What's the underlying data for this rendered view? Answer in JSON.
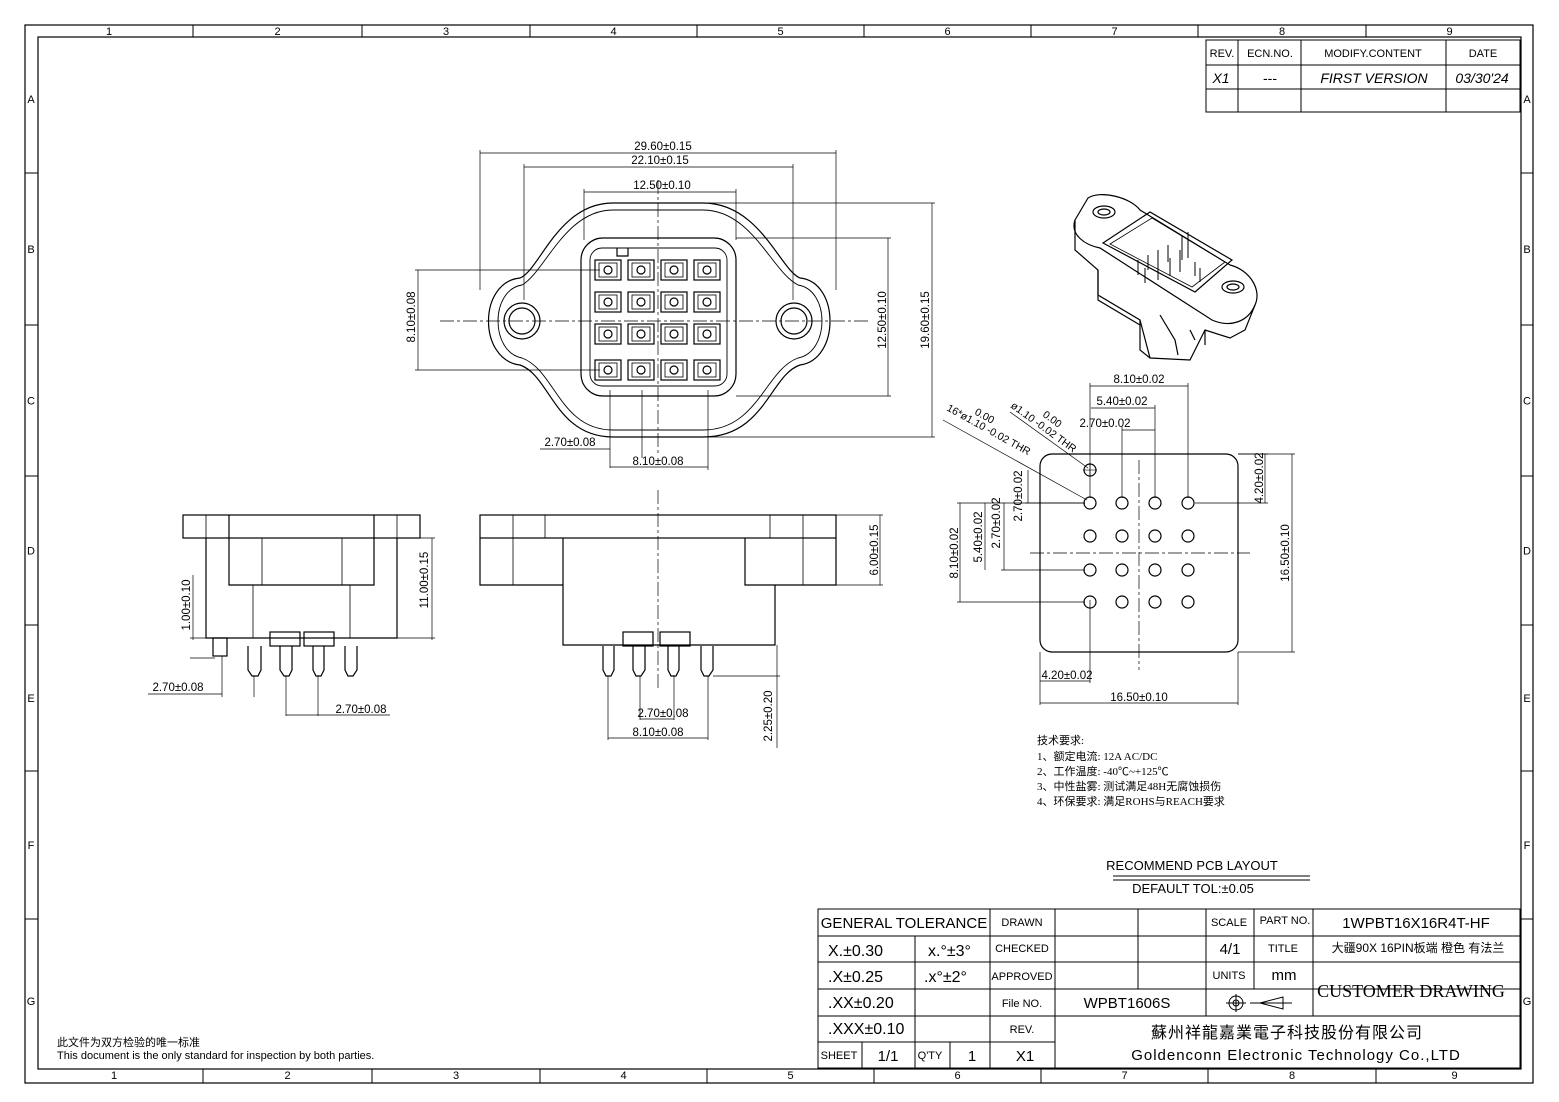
{
  "grid": {
    "columns": [
      "1",
      "2",
      "3",
      "4",
      "5",
      "6",
      "7",
      "8",
      "9"
    ],
    "rows": [
      "A",
      "B",
      "C",
      "D",
      "E",
      "F",
      "G"
    ]
  },
  "revision": {
    "headers": [
      "REV.",
      "ECN.NO.",
      "MODIFY.CONTENT",
      "DATE"
    ],
    "row": [
      "X1",
      "---",
      "FIRST VERSION",
      "03/30'24"
    ]
  },
  "top_view": {
    "dims": [
      "29.60±0.15",
      "22.10±0.15",
      "12.50±0.10",
      "8.10±0.08",
      "12.50±0.10",
      "19.60±0.15",
      "2.70±0.08",
      "8.10±0.08"
    ]
  },
  "side_view": {
    "dims": [
      "11.00±0.15",
      "1.00±0.10",
      "2.70±0.08",
      "2.70±0.08"
    ]
  },
  "front_view": {
    "dims": [
      "6.00±0.15",
      "2.25±0.20",
      "2.70±0.08",
      "8.10±0.08"
    ]
  },
  "pcb_layout": {
    "dims": [
      "8.10±0.02",
      "5.40±0.02",
      "2.70±0.02",
      "4.20±0.02",
      "16.50±0.10",
      "2.70±0.02",
      "2.70±0.02",
      "5.40±0.02",
      "8.10±0.02",
      "4.20±0.02",
      "16.50±0.10"
    ],
    "hole_notes": [
      "16*ø1.10 -0.02 THR",
      "ø1.10 -0.02 THR"
    ],
    "hole_tol": "0.00",
    "title": "RECOMMEND PCB LAYOUT",
    "default_tol": "DEFAULT TOL:±0.05"
  },
  "notes": {
    "heading": "技术要求:",
    "items": [
      "1、额定电流: 12A AC/DC",
      "2、工作温度: -40℃~+125℃",
      "3、中性盐雾: 测试满足48H无腐蚀损伤",
      "4、环保要求: 满足ROHS与REACH要求"
    ]
  },
  "disclaimer": {
    "cn": "此文件为双方检验的唯一标准",
    "en": "This document is the only standard for inspection by both parties."
  },
  "title_block": {
    "general_tolerance": "GENERAL TOLERANCE",
    "tolerances": [
      "X.±0.30",
      ".X±0.25",
      ".XX±0.20",
      ".XXX±0.10"
    ],
    "angles": [
      "x.°±3°",
      ".x°±2°"
    ],
    "drawn": "DRAWN",
    "checked": "CHECKED",
    "approved": "APPROVED",
    "file_no_label": "File NO.",
    "file_no": "WPBT1606S",
    "rev_label": "REV.",
    "scale_label": "SCALE",
    "scale": "4/1",
    "units_label": "UNITS",
    "units": "mm",
    "part_no_label": "PART NO.",
    "part_no": "1WPBT16X16R4T-HF",
    "title_label": "TITLE",
    "title": "大疆90X 16PIN板端 橙色 有法兰",
    "customer_drawing": "CUSTOMER DRAWING",
    "sheet_label": "SHEET",
    "sheet": "1/1",
    "qty_label": "Q'TY",
    "qty": "1",
    "rev": "X1",
    "company_cn": "蘇州祥龍嘉業電子科技股份有限公司",
    "company_en": "Goldenconn Electronic Technology Co.,LTD"
  }
}
